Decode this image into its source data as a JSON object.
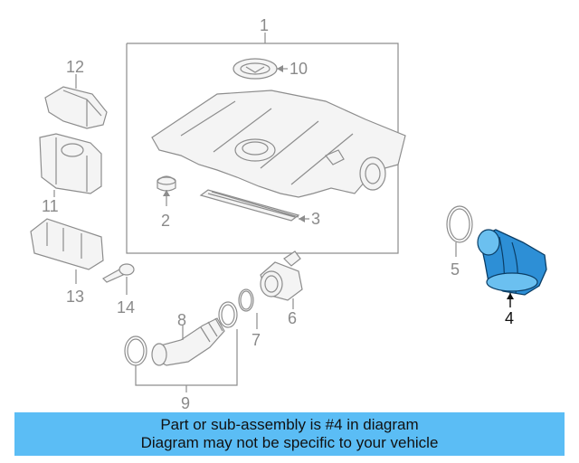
{
  "callouts": {
    "c1": "1",
    "c2": "2",
    "c3": "3",
    "c4": "4",
    "c5": "5",
    "c6": "6",
    "c7": "7",
    "c8": "8",
    "c9": "9",
    "c10": "10",
    "c11": "11",
    "c12": "12",
    "c13": "13",
    "c14": "14"
  },
  "highlight": {
    "part": "4",
    "color": "#2d8fd6"
  },
  "banner": {
    "line1": "Part or sub-assembly is #4 in diagram",
    "line2": "Diagram may not be specific to your vehicle",
    "background": "#5bbdf5"
  }
}
